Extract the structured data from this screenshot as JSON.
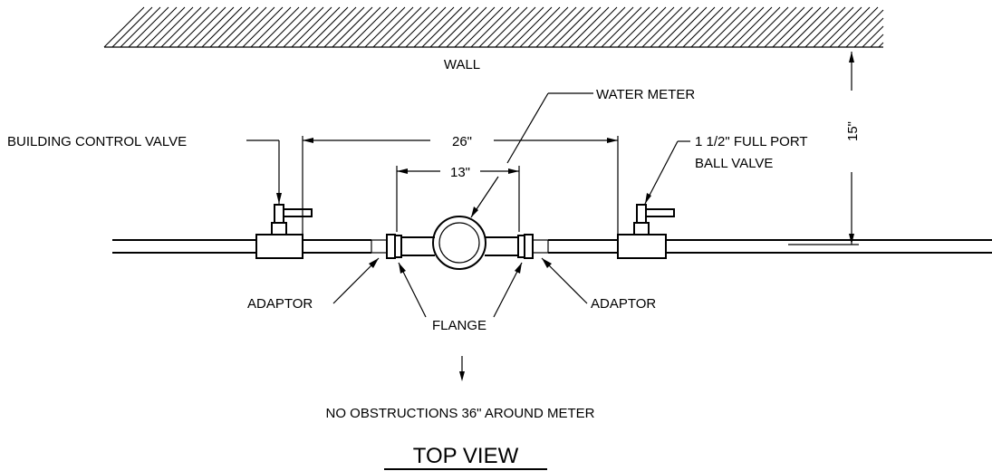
{
  "labels": {
    "wall": "WALL",
    "water_meter": "WATER METER",
    "building_control_valve": "BUILDING CONTROL VALVE",
    "full_port_valve_line1": "1 1/2\" FULL PORT",
    "full_port_valve_line2": "BALL VALVE",
    "dim_26": "26\"",
    "dim_13": "13\"",
    "dim_15": "15\"",
    "adaptor_left": "ADAPTOR",
    "adaptor_right": "ADAPTOR",
    "flange": "FLANGE",
    "clearance_note": "NO OBSTRUCTIONS 36\" AROUND METER",
    "view_title": "TOP VIEW"
  }
}
